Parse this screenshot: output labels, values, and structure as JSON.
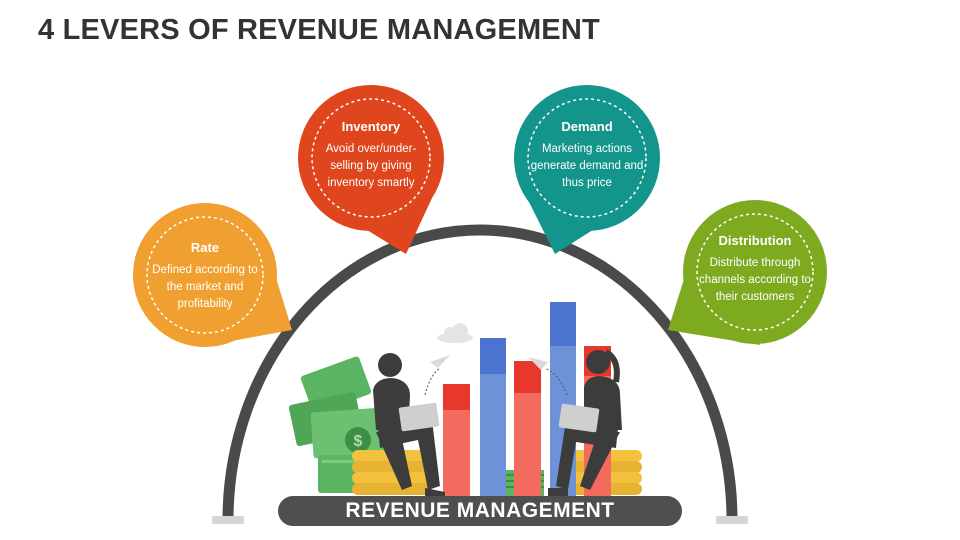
{
  "title": "4 LEVERS OF REVENUE MANAGEMENT",
  "base_label": "REVENUE MANAGEMENT",
  "levers": [
    {
      "title": "Rate",
      "description": "Defined according to the market and profitability",
      "color": "#F0A030"
    },
    {
      "title": "Inventory",
      "description": "Avoid over/under-selling by giving inventory smartly",
      "color": "#E0461D"
    },
    {
      "title": "Demand",
      "description": "Marketing actions generate demand and thus price",
      "color": "#13958B"
    },
    {
      "title": "Distribution",
      "description": "Distribute through channels according to their customers",
      "color": "#7DAA1F"
    }
  ],
  "colors": {
    "arch": "#4A4A4A",
    "base_bar": "#4F4F4F",
    "title_text": "#333333",
    "bar_red": "#F26B5E",
    "bar_red_top": "#E8382B",
    "bar_blue": "#6E92D8",
    "bar_blue_top": "#4A74CF",
    "coins": "#F2C13E",
    "money": "#5BB461",
    "person": "#3C3C3C"
  }
}
